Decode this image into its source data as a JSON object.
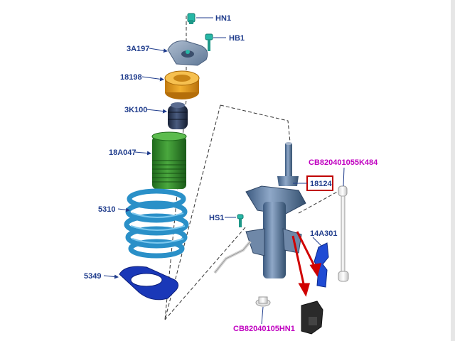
{
  "colors": {
    "label_blue": "#1f3c8c",
    "label_magenta": "#c000c0",
    "highlight_red": "#c00000",
    "spring_blue": "#2a90c8",
    "boot_green": "#2f8a2a",
    "bearing_orange": "#e09a1c",
    "bump_stop_navy": "#23324e",
    "mount_gray": "#7e95b0",
    "seat_blue": "#1a38b8"
  },
  "callouts": {
    "hn1": "HN1",
    "hb1": "HB1",
    "p3a197": "3A197",
    "p18198": "18198",
    "p3k100": "3K100",
    "p18a047": "18A047",
    "p5310": "5310",
    "p5349": "5349",
    "hs1": "HS1",
    "p18124": "18124",
    "p14a301": "14A301",
    "cb_link": "CB820401055K484",
    "cb_nut": "CB82040105HN1"
  },
  "parts": {
    "hn1": "hex-nut-icon",
    "hb1": "bolt-icon",
    "p3a197": "strut-mount-icon",
    "p18198": "bearing-icon",
    "p3k100": "bump-stop-icon",
    "p18a047": "dust-boot-icon",
    "p5310": "coil-spring-icon",
    "p5349": "spring-seat-icon",
    "p18124": "shock-absorber-icon",
    "hs1": "screw-icon",
    "p14a301": "bracket-icon",
    "cb_link": "stabilizer-link-icon",
    "cb_nut": "flange-nut-icon",
    "sensor": "sensor-icon"
  }
}
